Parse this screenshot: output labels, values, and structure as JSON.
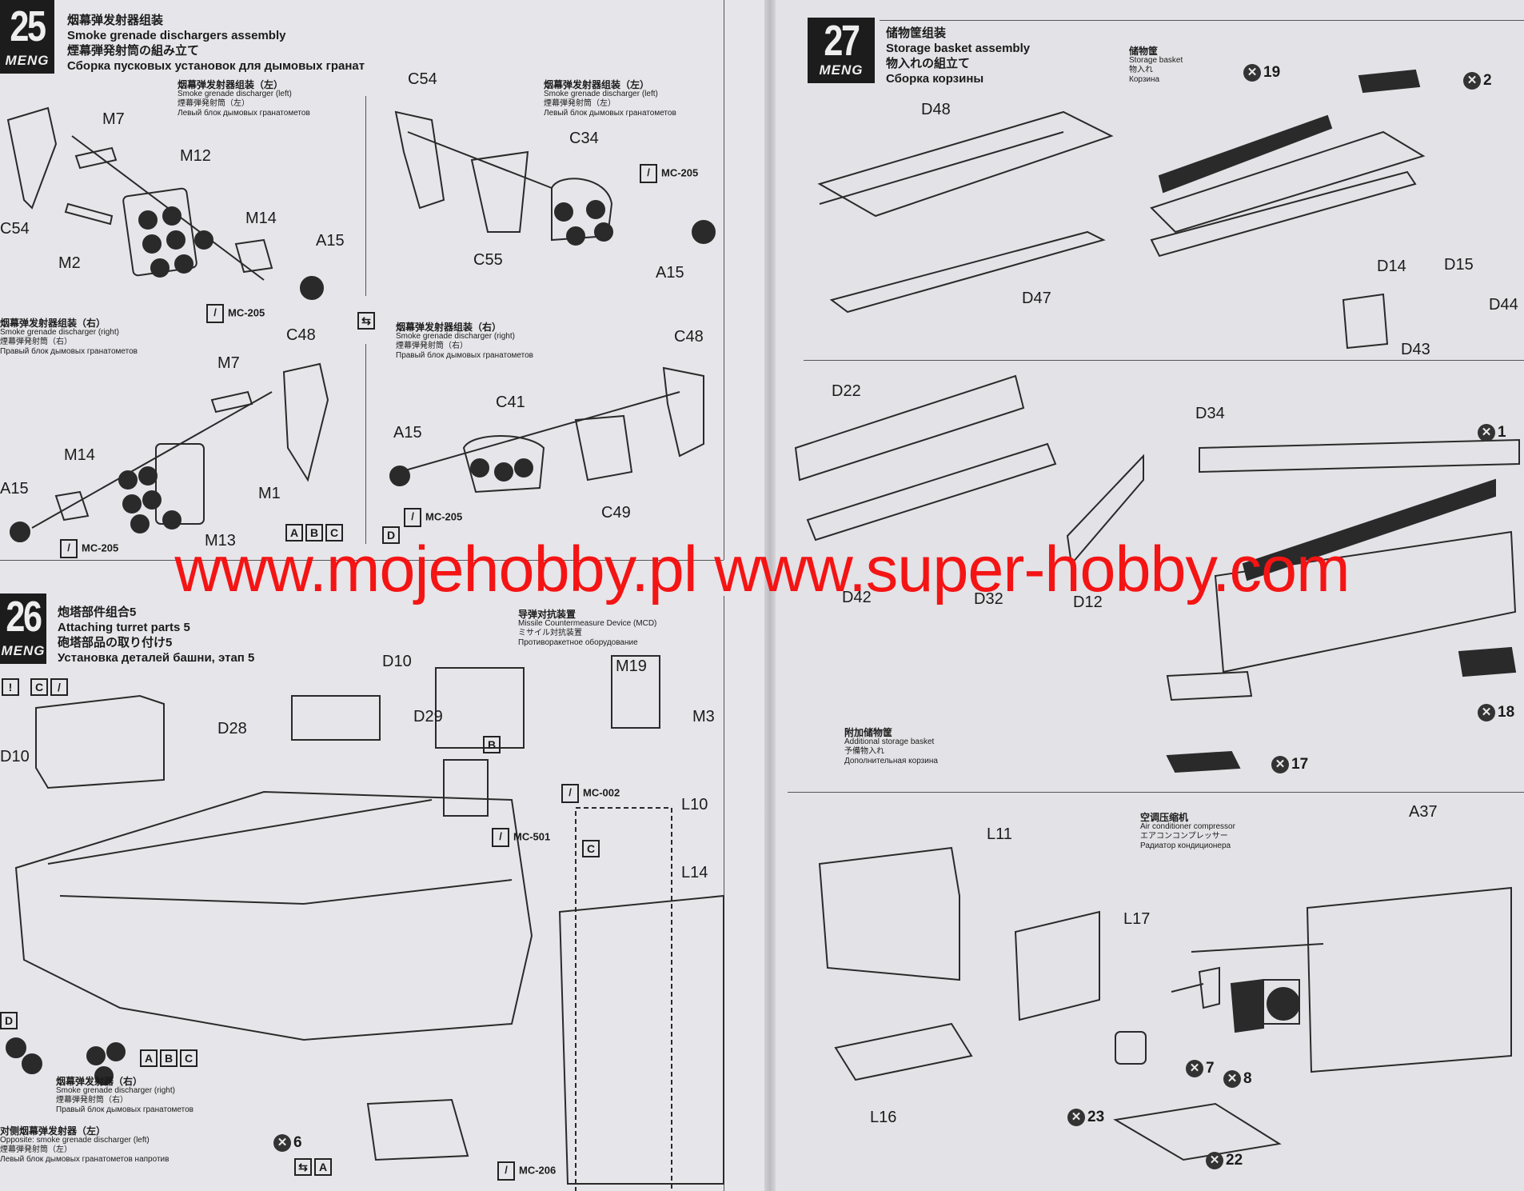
{
  "step25": {
    "number": "25",
    "brand": "MENG",
    "title_zh": "烟幕弹发射器组装",
    "title_en": "Smoke grenade dischargers assembly",
    "title_ja": "煙幕弾発射筒の組み立て",
    "title_ru": "Сборка пусковых установок для дымовых гранат",
    "sub_left_top": {
      "zh": "烟幕弹发射器组装（左）",
      "en": "Smoke grenade discharger (left)",
      "ja": "煙幕弾発射筒（左）",
      "ru": "Левый блок дымовых гранатометов"
    },
    "sub_right_top": {
      "zh": "烟幕弹发射器组装（左）",
      "en": "Smoke grenade discharger (left)",
      "ja": "煙幕弾発射筒（左）",
      "ru": "Левый блок дымовых гранатометов"
    },
    "sub_left_bottom": {
      "zh": "烟幕弹发射器组装（右）",
      "en": "Smoke grenade discharger (right)",
      "ja": "煙幕弾発射筒（右）",
      "ru": "Правый блок дымовых гранатометов"
    },
    "sub_right_bottom": {
      "zh": "烟幕弹发射器组装（右）",
      "en": "Smoke grenade discharger (right)",
      "ja": "煙幕弾発射筒（右）",
      "ru": "Правый блок дымовых гранатометов"
    },
    "parts": [
      "M7",
      "M12",
      "C54",
      "M14",
      "A15",
      "M2",
      "C54",
      "C34",
      "C55",
      "A15",
      "C48",
      "M7",
      "M14",
      "A15",
      "M1",
      "M13",
      "A15",
      "C41",
      "C48",
      "C49"
    ],
    "paint": "MC-205",
    "letters_abc": [
      "A",
      "B",
      "C"
    ],
    "letter_d": "D"
  },
  "step26": {
    "number": "26",
    "brand": "MENG",
    "title_zh": "炮塔部件组合5",
    "title_en": "Attaching turret parts 5",
    "title_ja": "砲塔部品の取り付け5",
    "title_ru": "Установка деталей башни, этап 5",
    "sub_mcd": {
      "zh": "导弹对抗装置",
      "en": "Missile Countermeasure Device (MCD)",
      "ja": "ミサイル対抗装置",
      "ru": "Противоракетное оборудование"
    },
    "sub_smoke_right": {
      "zh": "烟幕弹发射器（右）",
      "en": "Smoke grenade discharger (right)",
      "ja": "煙幕弾発射筒（右）",
      "ru": "Правый блок дымовых гранатометов"
    },
    "sub_opposite": {
      "zh": "对侧烟幕弹发射器（左）",
      "en": "Opposite: smoke grenade discharger (left)",
      "ja": "煙幕弾発射筒（左）",
      "ru": "Левый блок дымовых гранатометов напротив"
    },
    "parts": [
      "D10",
      "D10",
      "D28",
      "D29",
      "M19",
      "M3",
      "L10",
      "L14"
    ],
    "paints": [
      "MC-501",
      "MC-002",
      "MC-206"
    ],
    "x_count": "6",
    "letters": [
      "A",
      "B",
      "C"
    ],
    "letter_b": "B",
    "letter_c": "C",
    "letter_d": "D"
  },
  "step27": {
    "number": "27",
    "brand": "MENG",
    "title_zh": "储物筐组装",
    "title_en": "Storage basket assembly",
    "title_ja": "物入れの組立て",
    "title_ru": "Сборка корзины",
    "sub_basket": {
      "zh": "储物筐",
      "en": "Storage basket",
      "ja": "物入れ",
      "ru": "Корзина"
    },
    "sub_additional": {
      "zh": "附加储物筐",
      "en": "Additional storage basket",
      "ja": "予備物入れ",
      "ru": "Дополнительная корзина"
    },
    "sub_ac": {
      "zh": "空调压缩机",
      "en": "Air conditioner compressor",
      "ja": "エアコンコンプレッサー",
      "ru": "Радиатор кондиционера"
    },
    "parts": [
      "D48",
      "D47",
      "D14",
      "D15",
      "D44",
      "D43",
      "D22",
      "D34",
      "D42",
      "D32",
      "D12",
      "L11",
      "L17",
      "L16",
      "A37"
    ],
    "x_counts": [
      "19",
      "2",
      "1",
      "18",
      "17",
      "7",
      "8",
      "23",
      "22"
    ]
  },
  "watermark": "www.mojehobby.pl www.super-hobby.com"
}
